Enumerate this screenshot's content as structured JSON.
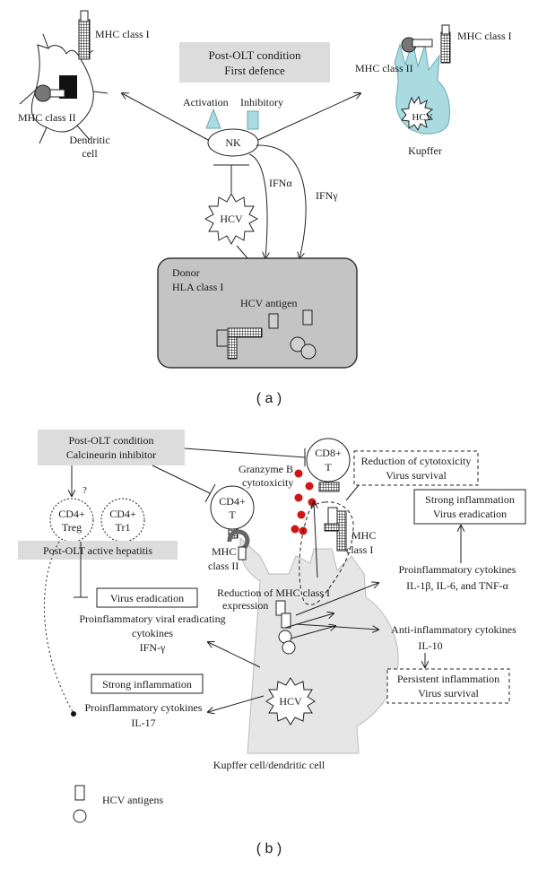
{
  "panel_a": {
    "label": "( a )",
    "header_line1": "Post-OLT condition",
    "header_line2": "First defence",
    "nk": "NK",
    "activation": "Activation",
    "inhibitory": "Inhibitory",
    "mhc1_dc": "MHC class I",
    "mhc2_dc": "MHC class II",
    "dc_line1": "Dendritic",
    "dc_line2": "cell",
    "mhc1_kupffer": "MHC class I",
    "mhc2_kupffer": "MHC class II",
    "hcv_kupffer": "HCV",
    "kupffer": "Kupffer",
    "hcv": "HCV",
    "ifn_alpha": "IFNα",
    "ifn_gamma": "IFNγ",
    "donor_line1": "Donor",
    "donor_line2": "HLA class I",
    "hcv_antigen": "HCV antigen"
  },
  "panel_b": {
    "label": "( b )",
    "header_line1": "Post-OLT condition",
    "header_line2": "Calcineurin inhibitor",
    "question": "?",
    "cd4_treg_line1": "CD4+",
    "cd4_treg_line2": "Treg",
    "cd4_tr1_line1": "CD4+",
    "cd4_tr1_line2": "Tr1",
    "cd4_t_line1": "CD4+",
    "cd4_t_line2": "T",
    "cd8_t_line1": "CD8+",
    "cd8_t_line2": "T",
    "granzyme_line1": "Granzyme B",
    "granzyme_line2": "cytotoxicity",
    "reduction_cyto_line1": "Reduction of cytotoxicity",
    "reduction_cyto_line2": "Virus survival",
    "strong_infl_erad_line1": "Strong inflammation",
    "strong_infl_erad_line2": "Virus eradication",
    "mhc1_line1": "MHC",
    "mhc1_line2": "class I",
    "mhc2_line1": "MHC",
    "mhc2_line2": "class II",
    "active_hepatitis": "Post-OLT active hepatitis",
    "virus_eradication": "Virus eradication",
    "proinfl_viral_line1": "Proinflammatory viral eradicating",
    "proinfl_viral_line2": "cytokines",
    "proinfl_viral_line3": "IFN-γ",
    "reduction_mhc_line1": "Reduction of MHC class I",
    "reduction_mhc_line2": "expression",
    "proinfl_cyt_line1": "Proinflammatory cytokines",
    "proinfl_cyt_line2": "IL-1β, IL-6, and TNF-α",
    "anti_infl_line1": "Anti-inflammatory cytokines",
    "anti_infl_line2": "IL-10",
    "persistent_line1": "Persistent inflammation",
    "persistent_line2": "Virus survival",
    "strong_infl": "Strong inflammation",
    "proinfl_il17_line1": "Proinflammatory cytokines",
    "proinfl_il17_line2": "IL-17",
    "hcv": "HCV",
    "kupffer_dc": "Kupffer cell/dendritic cell",
    "hcv_antigens": "HCV antigens"
  }
}
